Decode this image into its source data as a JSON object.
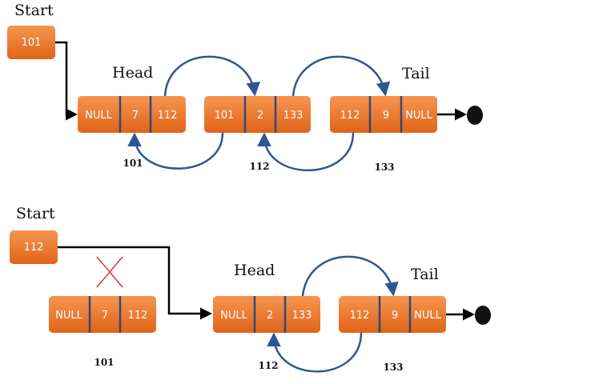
{
  "colors": {
    "node_fill_top": "#f58a3c",
    "node_fill_bottom": "#e0641a",
    "node_divider": "#2f4a7a",
    "arrow_blue": "#2f5597",
    "cross_red": "#e03030",
    "text_dark": "#111111"
  },
  "top": {
    "start_label": "Start",
    "start_value": "101",
    "head_label": "Head",
    "tail_label": "Tail",
    "nodes": [
      {
        "prev": "NULL",
        "data": "7",
        "next": "112",
        "address": "101"
      },
      {
        "prev": "101",
        "data": "2",
        "next": "133",
        "address": "112"
      },
      {
        "prev": "112",
        "data": "9",
        "next": "NULL",
        "address": "133"
      }
    ]
  },
  "bottom": {
    "start_label": "Start",
    "start_value": "112",
    "head_label": "Head",
    "tail_label": "Tail",
    "deleted_node": {
      "prev": "NULL",
      "data": "7",
      "next": "112",
      "address": "101"
    },
    "nodes": [
      {
        "prev": "NULL",
        "data": "2",
        "next": "133",
        "address": "112"
      },
      {
        "prev": "112",
        "data": "9",
        "next": "NULL",
        "address": "133"
      }
    ]
  }
}
